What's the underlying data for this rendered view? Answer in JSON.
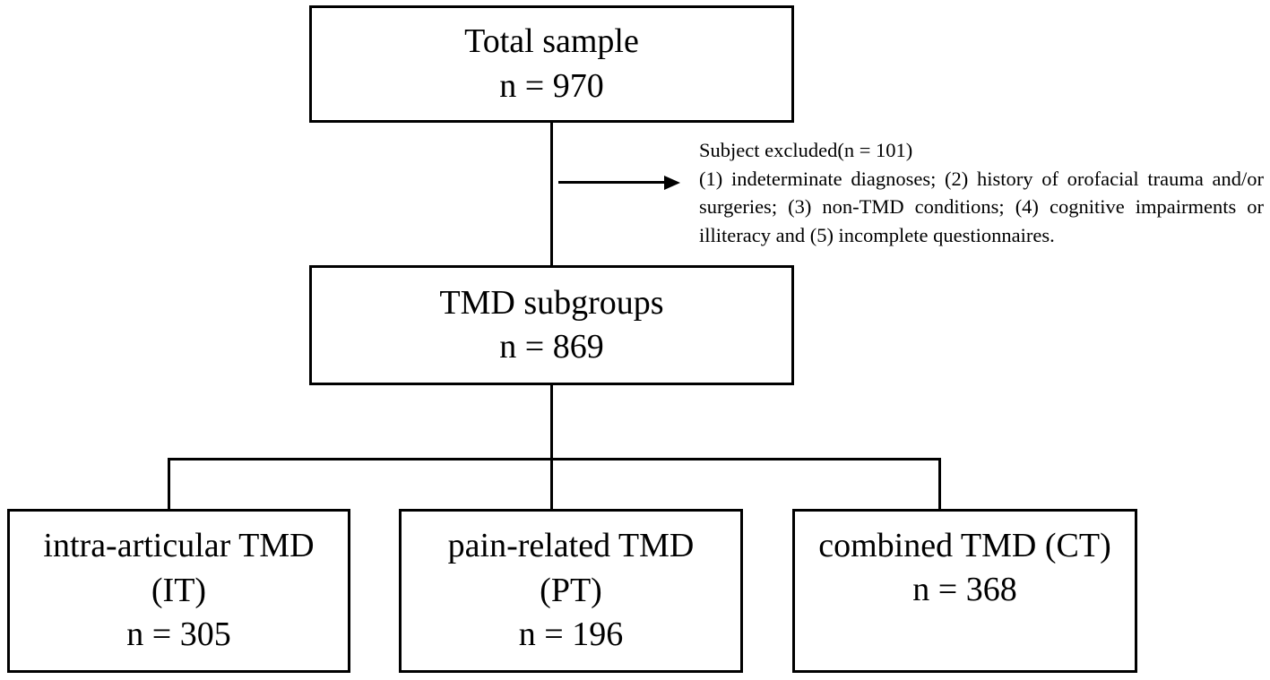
{
  "total": {
    "title": "Total sample",
    "n": "n = 970"
  },
  "excluded": {
    "title": "Subject excluded(n = 101)",
    "criteria": "(1) indeterminate diagnoses; (2) history of orofacial trauma and/or surgeries; (3) non-TMD conditions; (4) cognitive impairments or illiteracy and (5) incomplete questionnaires."
  },
  "subgroups": {
    "title": "TMD subgroups",
    "n": "n = 869"
  },
  "groups": [
    {
      "title": "intra-articular TMD",
      "abbr": "(IT)",
      "n": "n = 305"
    },
    {
      "title": "pain-related TMD",
      "abbr": "(PT)",
      "n": "n = 196"
    },
    {
      "title": "combined TMD (CT)",
      "n": "n = 368"
    }
  ]
}
